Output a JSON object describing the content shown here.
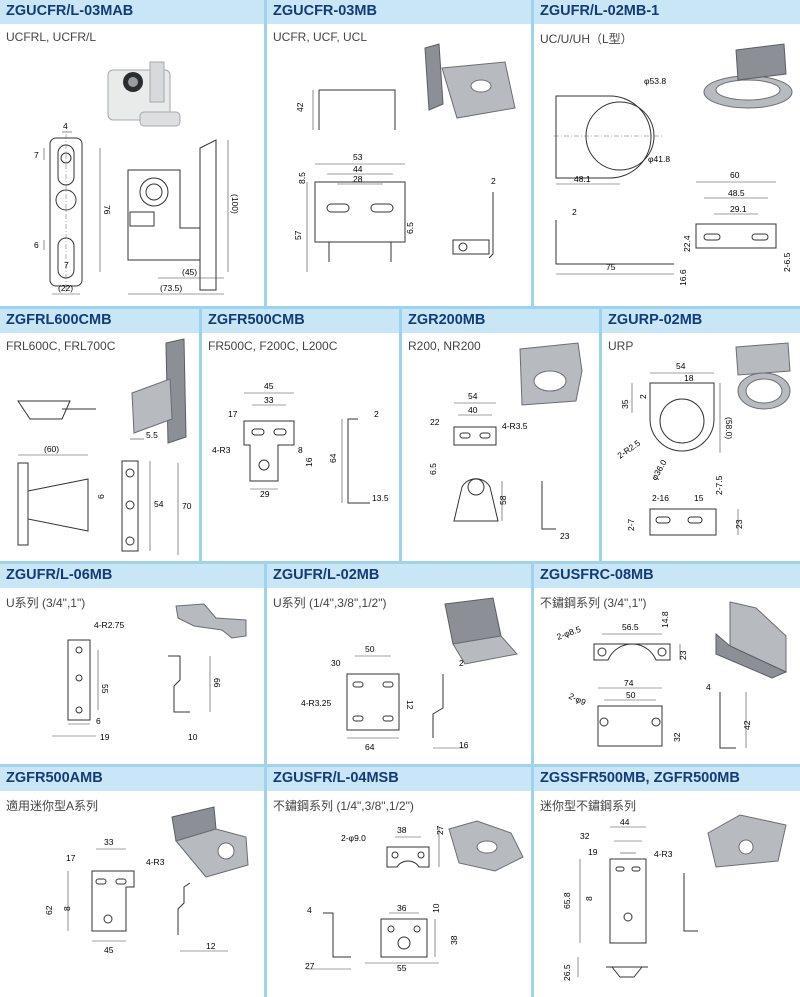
{
  "colors": {
    "border": "#9fd3ec",
    "header_bg": "#c8e6f5",
    "title": "#133b78"
  },
  "cells": [
    {
      "title": "ZGUCFR/L-03MAB",
      "subtitle": "UCFRL, UCFR/L",
      "dims": [
        "4",
        "7",
        "76",
        "6",
        "7",
        "(22)",
        "(100)",
        "(45)",
        "(73.5)"
      ]
    },
    {
      "title": "ZGUCFR-03MB",
      "subtitle": "UCFR, UCF, UCL",
      "dims": [
        "42",
        "53",
        "44",
        "28",
        "8.5",
        "57",
        "6.5",
        "2"
      ]
    },
    {
      "title": "ZGUFR/L-02MB-1",
      "subtitle": "UC/U/UH（L型）",
      "dims": [
        "φ53.8",
        "φ41.8",
        "48.1",
        "60",
        "48.5",
        "29.1",
        "2",
        "22.4",
        "75",
        "16.6",
        "2-6.5"
      ]
    },
    {
      "title": "ZGFRL600CMB",
      "subtitle": "FRL600C, FRL700C",
      "dims": [
        "(60)",
        "5.5",
        "6",
        "54",
        "70"
      ]
    },
    {
      "title": "ZGFR500CMB",
      "subtitle": "FR500C, F200C, L200C",
      "dims": [
        "45",
        "33",
        "17",
        "4-R3",
        "8",
        "16",
        "29",
        "64",
        "2",
        "13.5"
      ]
    },
    {
      "title": "ZGR200MB",
      "subtitle": "R200, NR200",
      "dims": [
        "54",
        "40",
        "22",
        "4-R3.5",
        "6.5",
        "58",
        "23"
      ]
    },
    {
      "title": "ZGURP-02MB",
      "subtitle": "URP",
      "dims": [
        "54",
        "18",
        "35",
        "2",
        "2-R2.5",
        "(58.0)",
        "φ36.0",
        "2-16",
        "15",
        "2-7.5",
        "2-7",
        "23"
      ]
    },
    {
      "title": "ZGUFR/L-06MB",
      "subtitle": "U系列 (3/4\",1\")",
      "dims": [
        "4-R2.75",
        "55",
        "6",
        "19",
        "66",
        "10"
      ]
    },
    {
      "title": "ZGUFR/L-02MB",
      "subtitle": "U系列 (1/4\",3/8\",1/2\")",
      "dims": [
        "50",
        "30",
        "4-R3.25",
        "12",
        "2",
        "64",
        "16"
      ]
    },
    {
      "title": "ZGUSFRC-08MB",
      "subtitle": "不鏽鋼系列 (3/4\",1\")",
      "dims": [
        "2-φ8.5",
        "56.5",
        "14.8",
        "23",
        "74",
        "50",
        "2-φ9",
        "32",
        "4",
        "42"
      ]
    },
    {
      "title": "ZGFR500AMB",
      "subtitle": "適用迷你型A系列",
      "dims": [
        "33",
        "17",
        "4-R3",
        "62",
        "8",
        "45",
        "12"
      ]
    },
    {
      "title": "ZGUSFR/L-04MSB",
      "subtitle": "不鏽鋼系列 (1/4\",3/8\",1/2\")",
      "dims": [
        "2-φ9.0",
        "38",
        "27",
        "4",
        "36",
        "10",
        "38",
        "27",
        "55"
      ]
    },
    {
      "title": "ZGSSFR500MB, ZGFR500MB",
      "subtitle": "迷你型不鏽鋼系列",
      "dims": [
        "44",
        "32",
        "19",
        "4-R3",
        "65.8",
        "8",
        "26.5"
      ]
    }
  ]
}
